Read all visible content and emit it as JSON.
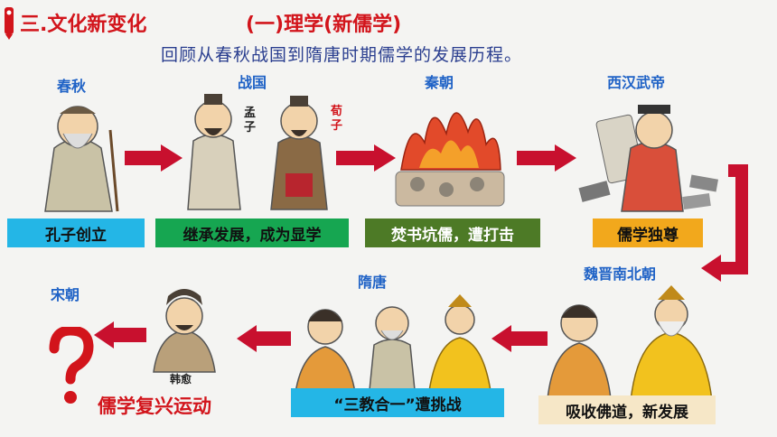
{
  "title": {
    "main": "三.文化新变化",
    "sub": "(一)理学(新儒学)"
  },
  "subtitle": "回顾从春秋战国到隋唐时期儒学的发展历程。",
  "eras": {
    "chunqiu": "春秋",
    "zhanguo": "战国",
    "qin": "秦朝",
    "xihan": "西汉武帝",
    "weijin": "魏晋南北朝",
    "suitang": "隋唐",
    "song": "宋朝"
  },
  "people": {
    "mengzi": "孟\n子",
    "xunzi": "荀\n子",
    "hanyu": "韩愈"
  },
  "boxes": {
    "b1": "孔子创立",
    "b2": "继承发展，成为显学",
    "b3": "焚书坑儒，遭打击",
    "b4": "儒学独尊",
    "b5": "吸收佛道，新发展",
    "b6": "“三教合一”遭挑战"
  },
  "final_label": "儒学复兴运动",
  "colors": {
    "title_red": "#d2141b",
    "era_blue": "#1f62c6",
    "box_cyan": "#24b6e6",
    "box_green": "#16a651",
    "box_darkgreen": "#4d7a26",
    "box_orange": "#f2a81c",
    "box_beige": "#f6e7c7",
    "arrow_red": "#c8102e"
  }
}
